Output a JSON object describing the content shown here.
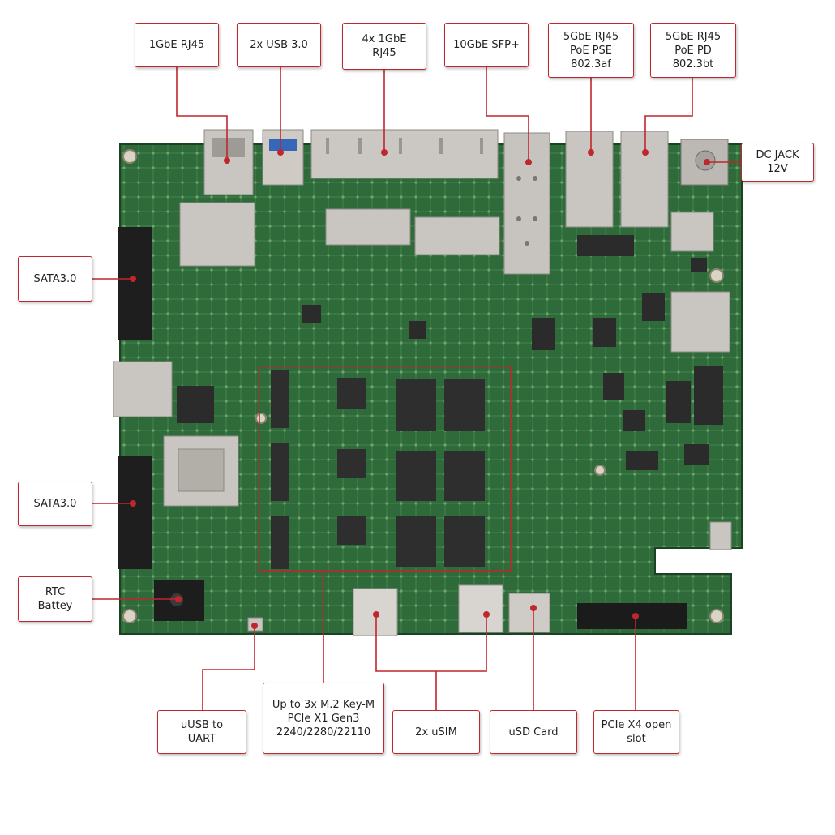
{
  "labels": {
    "gbe_rj45": "1GbE RJ45",
    "usb3": "2x USB 3.0",
    "four_gbe": "4x 1GbE\nRJ45",
    "sfp": "10GbE SFP+",
    "rj45_pse": "5GbE RJ45\nPoE PSE\n802.3af",
    "rj45_pd": "5GbE RJ45\nPoE PD\n802.3bt",
    "dc_jack": "DC JACK\n12V",
    "sata_top": "SATA3.0",
    "sata_bottom": "SATA3.0",
    "rtc": "RTC\nBattey",
    "uart": "uUSB to\nUART",
    "m2": "Up to 3x M.2 Key-M\nPCIe X1 Gen3\n2240/2280/22110",
    "usim": "2x uSIM",
    "usd": "uSD Card",
    "pcie": "PCIe X4 open\nslot"
  },
  "colors": {
    "callout": "#c0262d",
    "board": "#2f6b3a",
    "board_dark": "#1f4e2a",
    "metal": "#c9c6c2",
    "chip": "#2b2b2b"
  }
}
